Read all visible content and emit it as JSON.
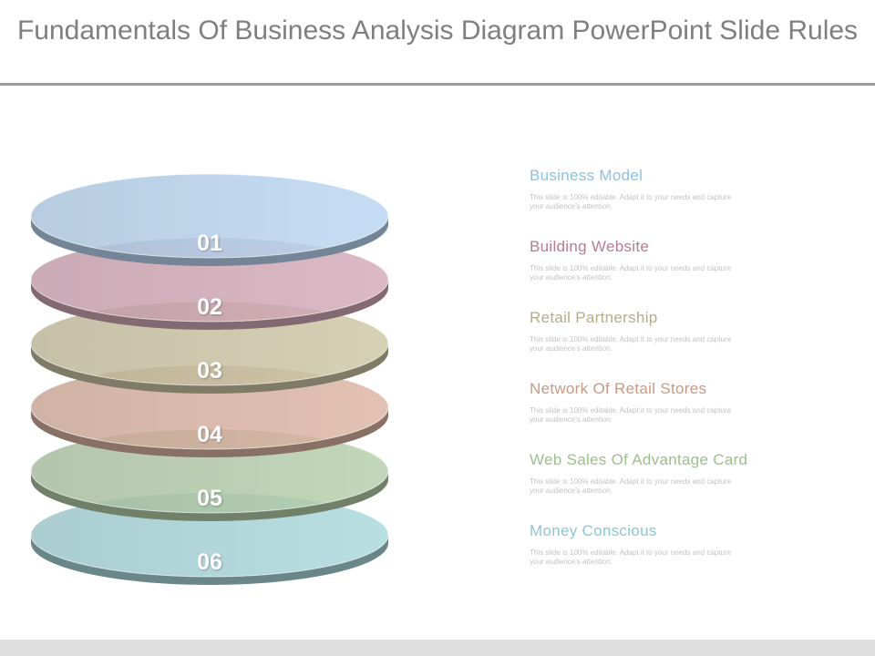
{
  "slide": {
    "title": "Fundamentals Of Business Analysis Diagram PowerPoint Slide Rules"
  },
  "layers": [
    {
      "number": "01",
      "title": "Business Model",
      "description": "This slide is 100% editable. Adapt it to your needs and capture your audience's attention.",
      "color": "#b9d6f2",
      "title_color": "#86c3e6"
    },
    {
      "number": "02",
      "title": "Building Website",
      "description": "This slide is 100% editable. Adapt it to your needs and capture your audience's attention.",
      "color": "#d4a9b8",
      "title_color": "#b57c93"
    },
    {
      "number": "03",
      "title": "Retail Partnership",
      "description": "This slide is 100% editable. Adapt it to your needs and capture your audience's attention.",
      "color": "#cdc6a4",
      "title_color": "#b5ad85"
    },
    {
      "number": "04",
      "title": "Network Of Retail Stores",
      "description": "This slide is 100% editable. Adapt it to your needs and capture your audience's attention.",
      "color": "#dcb4a2",
      "title_color": "#c99a84"
    },
    {
      "number": "05",
      "title": "Web Sales Of Advantage Card",
      "description": "This slide is 100% editable. Adapt it to your needs and capture your audience's attention.",
      "color": "#b5ceaa",
      "title_color": "#9cbf8c"
    },
    {
      "number": "06",
      "title": "Money Conscious",
      "description": "This slide is 100% editable. Adapt it to your needs and capture your audience's attention.",
      "color": "#a9d8dc",
      "title_color": "#8cc6d2"
    }
  ]
}
